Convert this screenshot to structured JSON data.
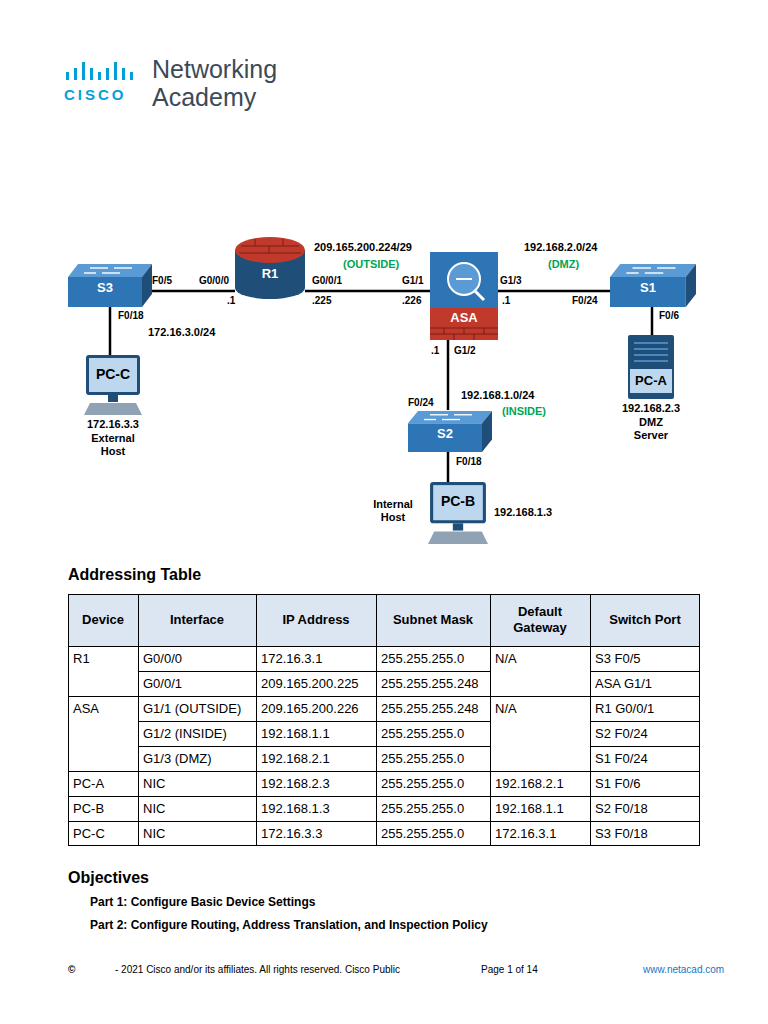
{
  "diagram": {
    "nodes": [
      {
        "text": [
          "S3"
        ]
      },
      {
        "text": [
          "R1"
        ]
      },
      {
        "text": [
          "ASA"
        ]
      },
      {
        "text": [
          "S1"
        ]
      },
      {
        "text": [
          "PC-C",
          "172.16.3.3",
          "External Host"
        ]
      },
      {
        "text": [
          "PC-A",
          "192.168.2.3",
          "DMZ Server"
        ]
      },
      {
        "text": [
          "S2"
        ]
      },
      {
        "text": [
          "PC-B",
          "Internal Host",
          "192.168.1.3"
        ]
      }
    ],
    "edges": [
      {
        "from": 0,
        "to": 1,
        "arrow": "none"
      },
      {
        "from": 1,
        "to": 2,
        "arrow": "none"
      },
      {
        "from": 2,
        "to": 3,
        "arrow": "none"
      },
      {
        "from": 0,
        "to": 4,
        "arrow": "none"
      },
      {
        "from": 3,
        "to": 5,
        "arrow": "none"
      },
      {
        "from": 2,
        "to": 6,
        "arrow": "none"
      },
      {
        "from": 6,
        "to": 7,
        "arrow": "none"
      }
    ],
    "labels": [
      "CISCO",
      "Networking",
      "Academy",
      "209.165.200.224/29",
      "(OUTSIDE)",
      "192.168.2.0/24",
      "(DMZ)",
      "F0/5",
      "G0/0/0",
      "G0/0/1",
      "G1/1",
      "G1/3",
      ".1",
      ".225",
      ".226",
      ".1",
      "F0/24",
      "F0/18",
      "F0/6",
      "172.16.3.0/24",
      ".1",
      "G1/2",
      "F0/24",
      "192.168.1.0/24",
      "(INSIDE)",
      "F0/18",
      "Addressing Table",
      "Device",
      "Interface",
      "IP Address",
      "Subnet Mask",
      "Default Gateway",
      "Switch Port",
      "R1",
      "G0/0/0",
      "172.16.3.1",
      "255.255.255.0",
      "N/A",
      "S3 F0/5",
      "G0/0/1",
      "209.165.200.225",
      "255.255.255.248",
      "ASA G1/1",
      "ASA",
      "G1/1 (OUTSIDE)",
      "209.165.200.226",
      "255.255.255.248",
      "N/A",
      "R1 G0/0/1",
      "G1/2 (INSIDE)",
      "192.168.1.1",
      "255.255.255.0",
      "S2 F0/24",
      "G1/3 (DMZ)",
      "192.168.2.1",
      "255.255.255.0",
      "S1 F0/24",
      "PC-A",
      "NIC",
      "192.168.2.3",
      "255.255.255.0",
      "192.168.2.1",
      "S1 F0/6",
      "PC-B",
      "NIC",
      "192.168.1.3",
      "255.255.255.0",
      "192.168.1.1",
      "S2 F0/18",
      "PC-C",
      "NIC",
      "172.16.3.3",
      "255.255.255.0",
      "172.16.3.1",
      "S3 F0/18",
      "Objectives",
      "Part 1: Configure Basic Device Settings",
      "Part 2: Configure Routing, Address Translation, and Inspection Policy",
      "©",
      "- 2021 Cisco and/or its affiliates. All rights reserved. Cisco Public",
      "Page 1 of 14",
      "www.netacad.com"
    ]
  }
}
